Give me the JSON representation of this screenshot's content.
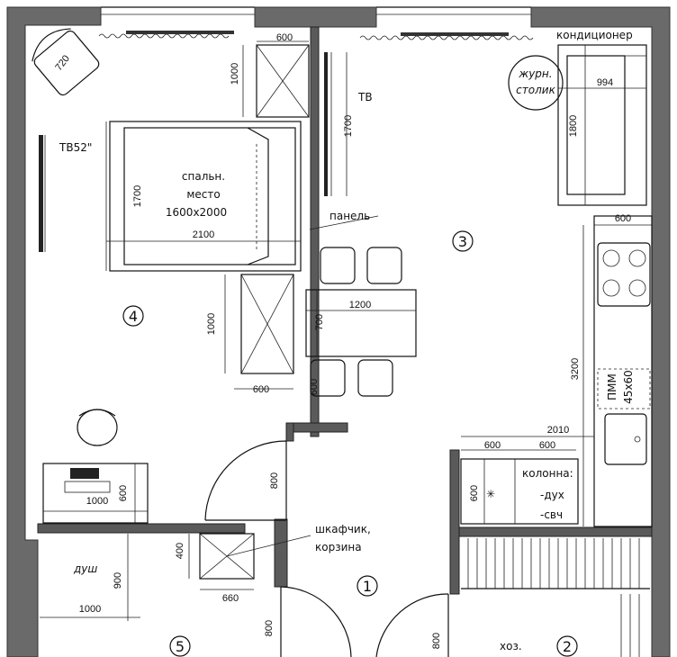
{
  "rooms": {
    "r1": "1",
    "r2": "2",
    "r3": "3",
    "r4": "4",
    "r5": "5"
  },
  "labels": {
    "conditioner": "кондиционер",
    "coffee_table_line1": "журн.",
    "coffee_table_line2": "столик",
    "tv": "ТВ",
    "tv52": "ТВ52\"",
    "bed_line1": "спальн.",
    "bed_line2": "место",
    "bed_line3": "1600х2000",
    "panel": "панель",
    "dishwasher_line1": "ПММ",
    "dishwasher_line2": "45х60",
    "column_line1": "колонна:",
    "column_line2": "-дух",
    "column_line3": "-свч",
    "cabinet_line1": "шкафчик,",
    "cabinet_line2": "корзина",
    "shower": "душ",
    "storage": "хоз."
  },
  "dimensions": {
    "d600_top": "600",
    "d720": "720",
    "d1000_wardrobe_top": "1000",
    "d1700_tv": "1700",
    "d994": "994",
    "d1800": "1800",
    "d1700_bed": "1700",
    "d2100": "2100",
    "d600_kitchen": "600",
    "d1200": "1200",
    "d700": "700",
    "d1000_wardrobe_bottom": "1000",
    "d600_wardrobe": "600",
    "d600_chair": "600",
    "d3200": "3200",
    "d2010": "2010",
    "d600_a": "600",
    "d600_b": "600",
    "d600_column": "600",
    "d800_door_left": "800",
    "d1000_desk": "1000",
    "d600_desk": "600",
    "d400": "400",
    "d660": "660",
    "d900": "900",
    "d1000_shower": "1000",
    "d800_hall": "800",
    "d800_storage": "800"
  },
  "colors": {
    "wall": "#5a5a5a",
    "line": "#111111",
    "background": "#ffffff"
  }
}
